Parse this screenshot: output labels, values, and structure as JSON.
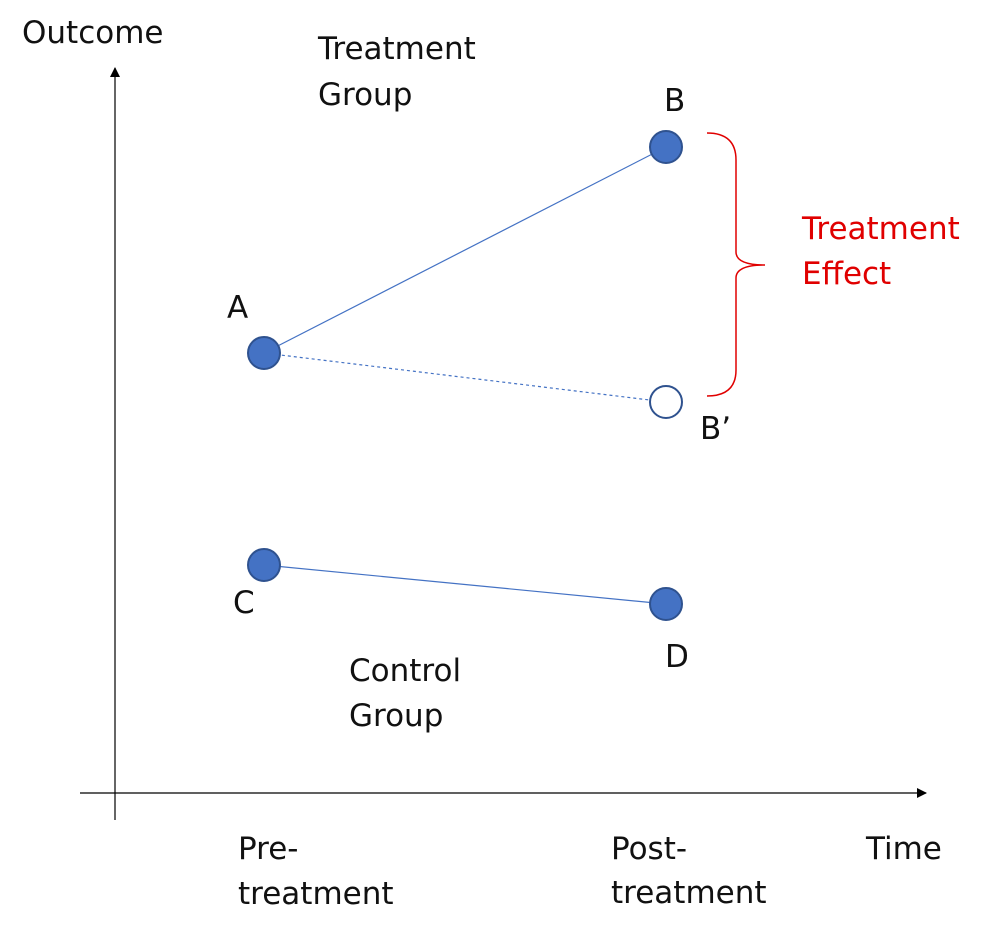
{
  "diagram": {
    "axes": {
      "y_label": "Outcome",
      "x_label": "Time",
      "x_tick_1": [
        "Pre-",
        "treatment"
      ],
      "x_tick_2": [
        "Post-",
        "treatment"
      ]
    },
    "groups": {
      "treatment": [
        "Treatment",
        "Group"
      ],
      "control": [
        "Control",
        "Group"
      ]
    },
    "points": {
      "a": "A",
      "b": "B",
      "b_prime": "B’",
      "c": "C",
      "d": "D"
    },
    "effect": {
      "label": [
        "Treatment",
        "Effect"
      ]
    },
    "colors": {
      "point_fill": "#4472C4",
      "point_stroke": "#2F528F",
      "line": "#4472C4",
      "effect": "#E00000",
      "axis": "#000000"
    }
  }
}
